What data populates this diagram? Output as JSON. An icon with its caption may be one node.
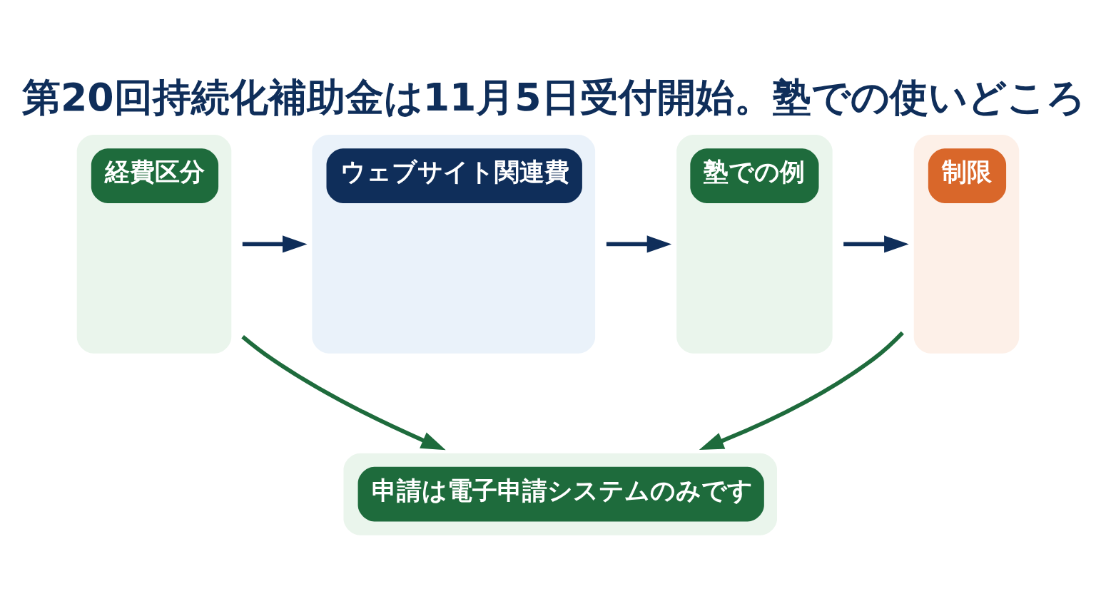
{
  "diagram": {
    "title": "第20回持続化補助金は11月5日受付開始。塾での使いどころ",
    "nodes": [
      {
        "text": [
          "経費区分"
        ]
      },
      {
        "text": [
          "ウェブサイト関連費"
        ]
      },
      {
        "text": [
          "塾での例"
        ]
      },
      {
        "text": [
          "制限"
        ]
      },
      {
        "text": [
          "申請は電子申請システムのみです"
        ]
      }
    ],
    "edges": [
      {
        "from": 0,
        "to": 1,
        "arrow": "to"
      },
      {
        "from": 1,
        "to": 2,
        "arrow": "to"
      },
      {
        "from": 2,
        "to": 3,
        "arrow": "to"
      },
      {
        "from": 0,
        "to": 4,
        "arrow": "to",
        "color": "#1e6b3c"
      },
      {
        "from": 3,
        "to": 4,
        "arrow": "to",
        "color": "#1e6b3c"
      }
    ]
  }
}
